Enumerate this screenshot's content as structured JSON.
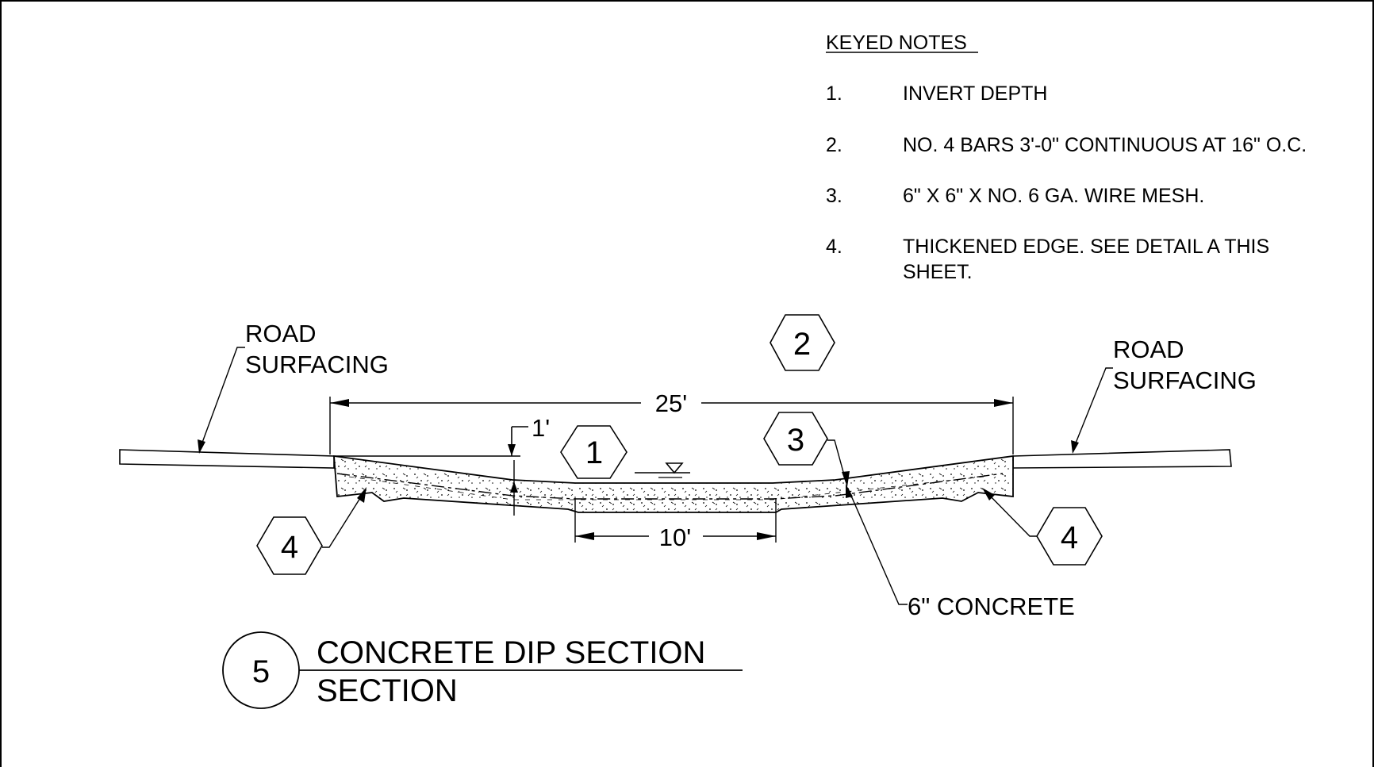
{
  "keyed_notes": {
    "heading": "KEYED NOTES",
    "items": [
      {
        "num": "1.",
        "lines": [
          "INVERT DEPTH"
        ]
      },
      {
        "num": "2.",
        "lines": [
          "NO. 4 BARS 3'-0\" CONTINUOUS AT 16\" O.C."
        ]
      },
      {
        "num": "3.",
        "lines": [
          "6\" X 6\" X NO. 6 GA. WIRE MESH."
        ]
      },
      {
        "num": "4.",
        "lines": [
          "THICKENED EDGE. SEE DETAIL A THIS",
          "SHEET."
        ]
      }
    ]
  },
  "labels": {
    "road_left": [
      "ROAD",
      "SURFACING"
    ],
    "road_right": [
      "ROAD",
      "SURFACING"
    ],
    "concrete": "6\" CONCRETE"
  },
  "dimensions": {
    "overall": "25'",
    "invert": "1'",
    "bottom": "10'"
  },
  "tags": {
    "t1": "1",
    "t2": "2",
    "t3": "3",
    "t4_left": "4",
    "t4_right": "4"
  },
  "title_block": {
    "number": "5",
    "line1": "CONCRETE DIP SECTION",
    "line2": "SECTION"
  }
}
